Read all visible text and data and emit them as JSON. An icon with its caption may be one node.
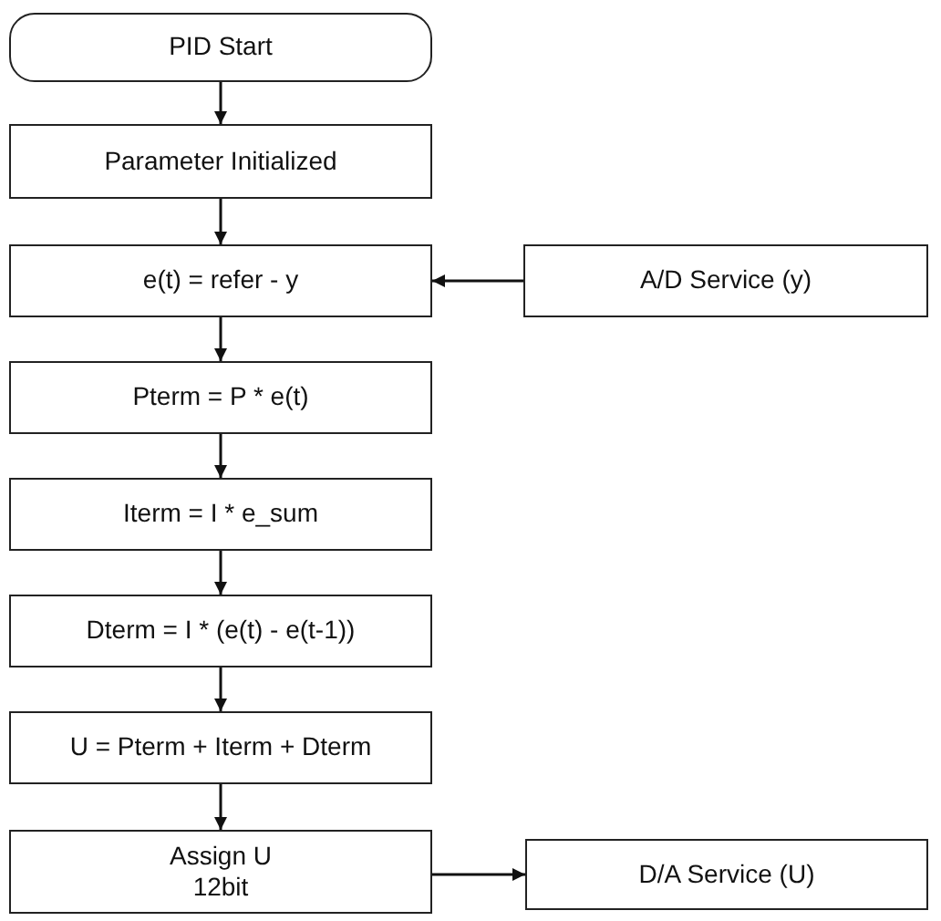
{
  "diagram": {
    "nodes": [
      {
        "text": [
          "PID Start"
        ]
      },
      {
        "text": [
          "Parameter Initialized"
        ]
      },
      {
        "text": [
          "e(t) = refer - y"
        ]
      },
      {
        "text": [
          "A/D Service (y)"
        ]
      },
      {
        "text": [
          "Pterm = P * e(t)"
        ]
      },
      {
        "text": [
          "Iterm = I * e_sum"
        ]
      },
      {
        "text": [
          "Dterm = I * (e(t) - e(t-1))"
        ]
      },
      {
        "text": [
          "U = Pterm + Iterm + Dterm"
        ]
      },
      {
        "text": [
          "Assign U",
          "12bit"
        ]
      },
      {
        "text": [
          "D/A Service (U)"
        ]
      }
    ],
    "edges": [
      {
        "from": 0,
        "to": 1,
        "arrow": "to"
      },
      {
        "from": 1,
        "to": 2,
        "arrow": "to"
      },
      {
        "from": 3,
        "to": 2,
        "arrow": "to"
      },
      {
        "from": 2,
        "to": 4,
        "arrow": "to"
      },
      {
        "from": 4,
        "to": 5,
        "arrow": "to"
      },
      {
        "from": 5,
        "to": 6,
        "arrow": "to"
      },
      {
        "from": 6,
        "to": 7,
        "arrow": "to"
      },
      {
        "from": 7,
        "to": 8,
        "arrow": "to"
      },
      {
        "from": 8,
        "to": 9,
        "arrow": "to"
      }
    ]
  }
}
